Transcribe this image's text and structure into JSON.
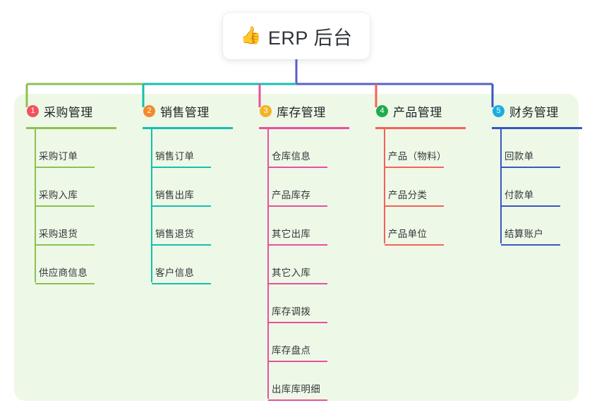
{
  "diagram": {
    "type": "mindmap-tree",
    "root": {
      "icon": "thumbs-up-icon",
      "icon_glyph": "👍",
      "label": "ERP 后台"
    },
    "panel_background": "#eef8e7",
    "root_connector_color": "#5b5fc7",
    "branches": [
      {
        "index": "1",
        "title": "采购管理",
        "badge_color": "#f4515f",
        "line_color": "#8cc152",
        "children": [
          "采购订单",
          "采购入库",
          "采购退货",
          "供应商信息"
        ]
      },
      {
        "index": "2",
        "title": "销售管理",
        "badge_color": "#f5892a",
        "line_color": "#16bfae",
        "children": [
          "销售订单",
          "销售出库",
          "销售退货",
          "客户信息"
        ]
      },
      {
        "index": "3",
        "title": "库存管理",
        "badge_color": "#f5b324",
        "line_color": "#e8509f",
        "children": [
          "仓库信息",
          "产品库存",
          "其它出库",
          "其它入库",
          "库存调拨",
          "库存盘点",
          "出库库明细"
        ]
      },
      {
        "index": "4",
        "title": "产品管理",
        "badge_color": "#20ab4e",
        "line_color": "#f4615b",
        "children": [
          "产品（物料）",
          "产品分类",
          "产品单位"
        ]
      },
      {
        "index": "5",
        "title": "财务管理",
        "badge_color": "#18aee0",
        "line_color": "#3757c4",
        "children": [
          "回款单",
          "付款单",
          "结算账户"
        ]
      }
    ]
  }
}
